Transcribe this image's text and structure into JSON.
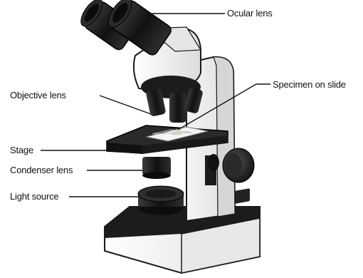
{
  "labels": {
    "ocular_lens": "Ocular lens",
    "specimen_on_slide": "Specimen on slide",
    "objective_lens": "Objective lens",
    "stage": "Stage",
    "condenser_lens": "Condenser lens",
    "light_source": "Light source"
  },
  "colors": {
    "body": "#f2f2f2",
    "outline": "#1a1a1a",
    "dark": "#1c1c1c",
    "stage_top": "#2a2a2a"
  }
}
